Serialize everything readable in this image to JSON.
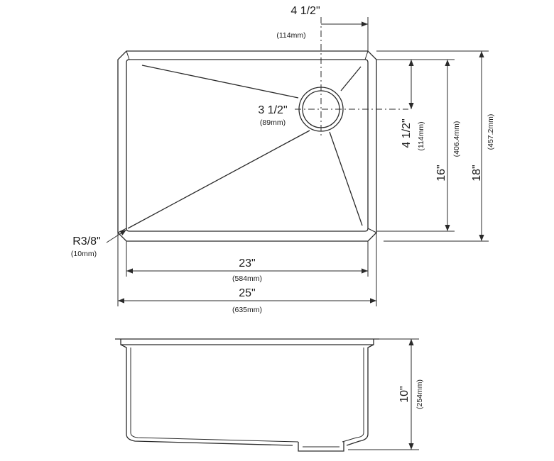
{
  "dimensions": {
    "drain_offset": {
      "imperial": "4 1/2\"",
      "metric": "(114mm)"
    },
    "drain_diameter": {
      "imperial": "3 1/2\"",
      "metric": "(89mm)"
    },
    "drain_from_top": {
      "imperial": "4 1/2\"",
      "metric": "(114mm)"
    },
    "inner_depth": {
      "imperial": "16\"",
      "metric": "(406.4mm)"
    },
    "outer_depth": {
      "imperial": "18\"",
      "metric": "(457.2mm)"
    },
    "corner_radius": {
      "imperial": "R3/8\"",
      "metric": "(10mm)"
    },
    "inner_width": {
      "imperial": "23\"",
      "metric": "(584mm)"
    },
    "outer_width": {
      "imperial": "25\"",
      "metric": "(635mm)"
    },
    "bowl_depth": {
      "imperial": "10\"",
      "metric": "(254mm)"
    }
  },
  "colors": {
    "line": "#2a2a2a",
    "text": "#1a1a1a",
    "background": "#ffffff"
  }
}
